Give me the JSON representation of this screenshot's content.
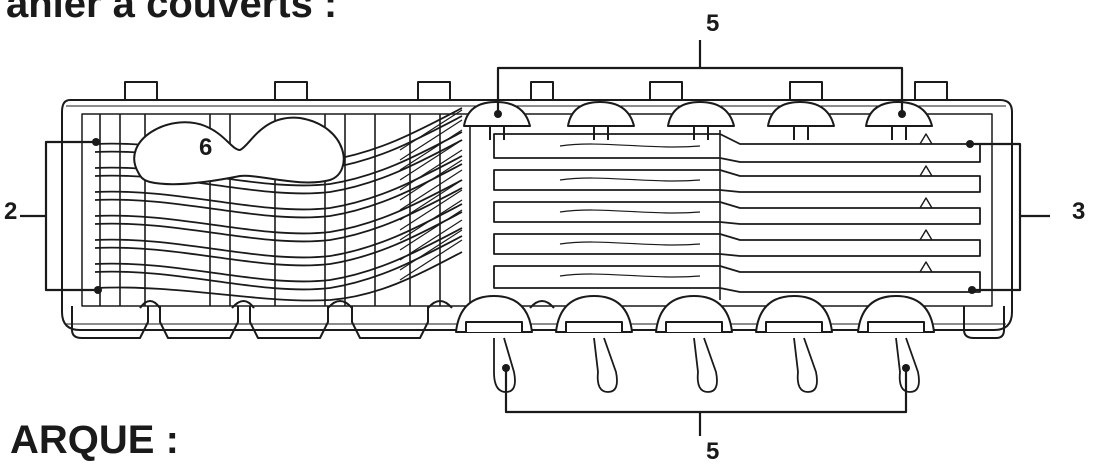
{
  "heading_top": "anier à couverts :",
  "heading_bottom": "ARQUE :",
  "callouts": {
    "label_2": "2",
    "label_3": "3",
    "label_5_top": "5",
    "label_5_bottom": "5",
    "label_6": "6"
  },
  "colors": {
    "ink": "#1a1a1a",
    "fill": "#ffffff"
  }
}
